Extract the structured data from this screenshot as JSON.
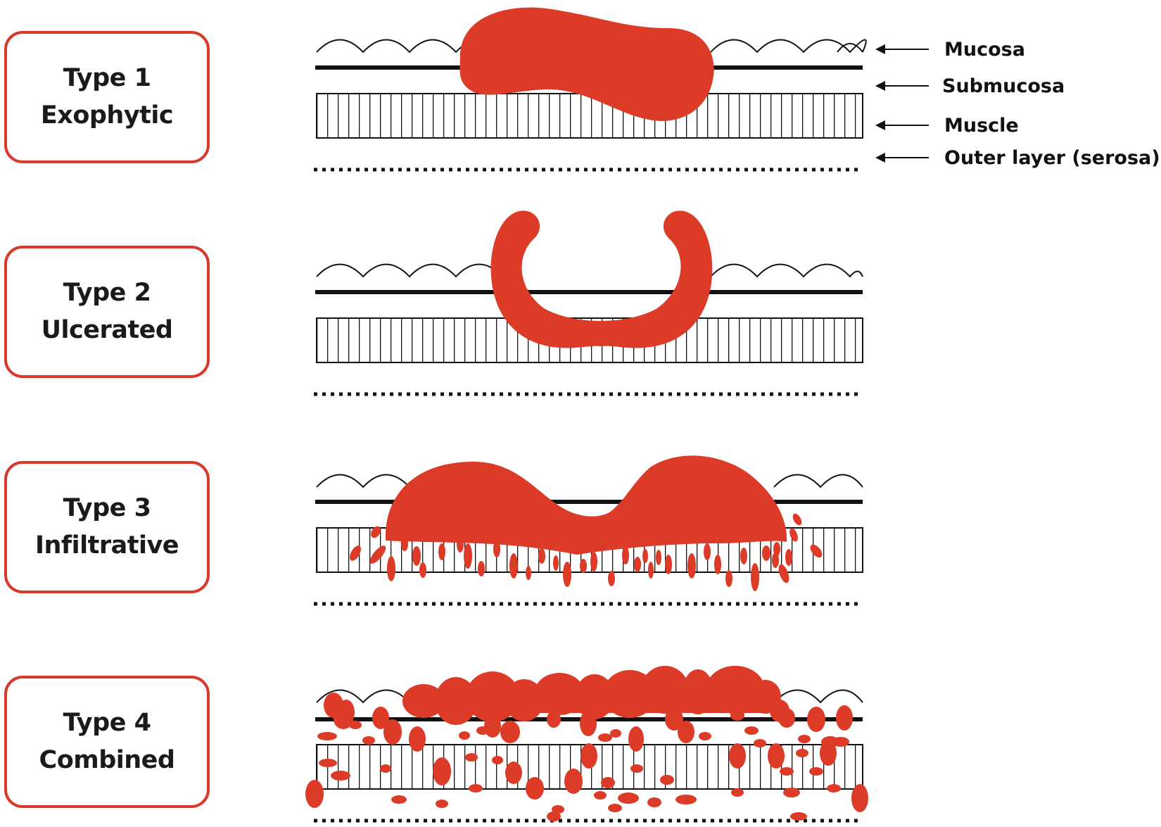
{
  "types": [
    {
      "name": "Type 1",
      "desc": "Exophytic"
    },
    {
      "name": "Type 2",
      "desc": "Ulcerated"
    },
    {
      "name": "Type 3",
      "desc": "Infiltrative"
    },
    {
      "name": "Type 4",
      "desc": "Combined"
    }
  ],
  "layers": {
    "mucosa": "Mucosa",
    "submucosa": "Submucosa",
    "muscle": "Muscle",
    "outer": "Outer layer (serosa)"
  },
  "colors": {
    "tumor": "#dc3b27",
    "box_border": "#d9392a",
    "line": "#111111"
  }
}
